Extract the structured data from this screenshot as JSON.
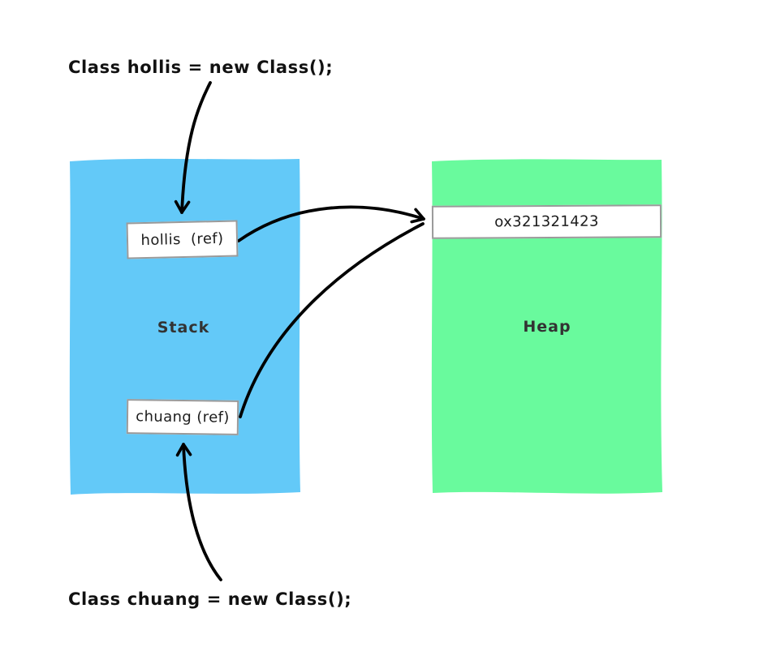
{
  "diagram": {
    "title_note": "stack-heap reference diagram",
    "code_top": "Class hollis = new Class();",
    "code_bottom": "Class chuang = new Class();",
    "stack": {
      "label": "Stack",
      "fill_color": "#63c9f8"
    },
    "heap": {
      "label": "Heap",
      "fill_color": "#69fa9d"
    },
    "boxes": {
      "hollis_ref": "hollis  (ref)",
      "chuang_ref": "chuang (ref)",
      "heap_address": "ox321321423"
    },
    "style": {
      "arrow_color": "#000000",
      "box_border_color": "#9a9a9a",
      "label_color": "#333333"
    }
  }
}
